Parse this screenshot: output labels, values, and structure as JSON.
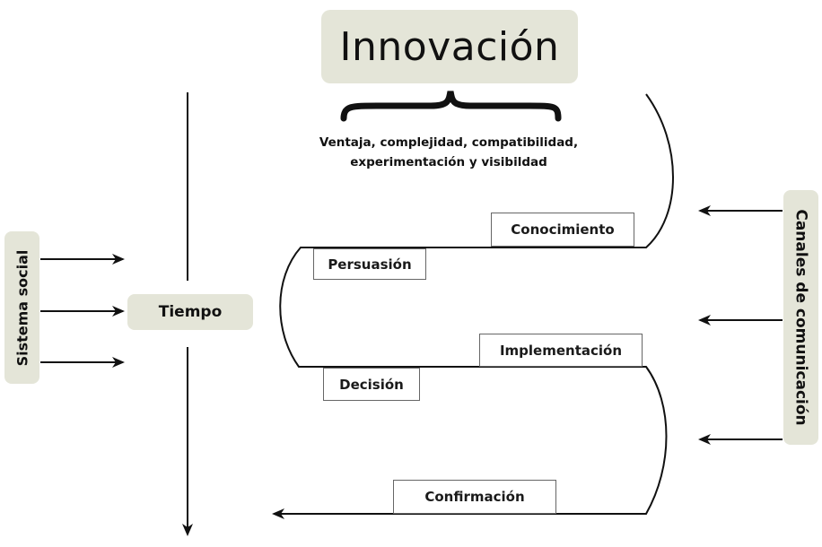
{
  "title": "Innovación",
  "innovation_attributes": {
    "line1": "Ventaja, complejidad, compatibilidad,",
    "line2": "experimentación y visibildad"
  },
  "left_panel": {
    "label": "Sistema social"
  },
  "right_panel": {
    "label": "Canales de comunicación"
  },
  "time_axis": {
    "label": "Tiempo"
  },
  "stages": [
    {
      "label": "Conocimiento"
    },
    {
      "label": "Persuasión"
    },
    {
      "label": "Implementación"
    },
    {
      "label": "Decisión"
    },
    {
      "label": "Confirmación"
    }
  ],
  "colors": {
    "label_fill": "#e4e5d8",
    "stroke": "#111111",
    "stage_border": "#666666"
  }
}
